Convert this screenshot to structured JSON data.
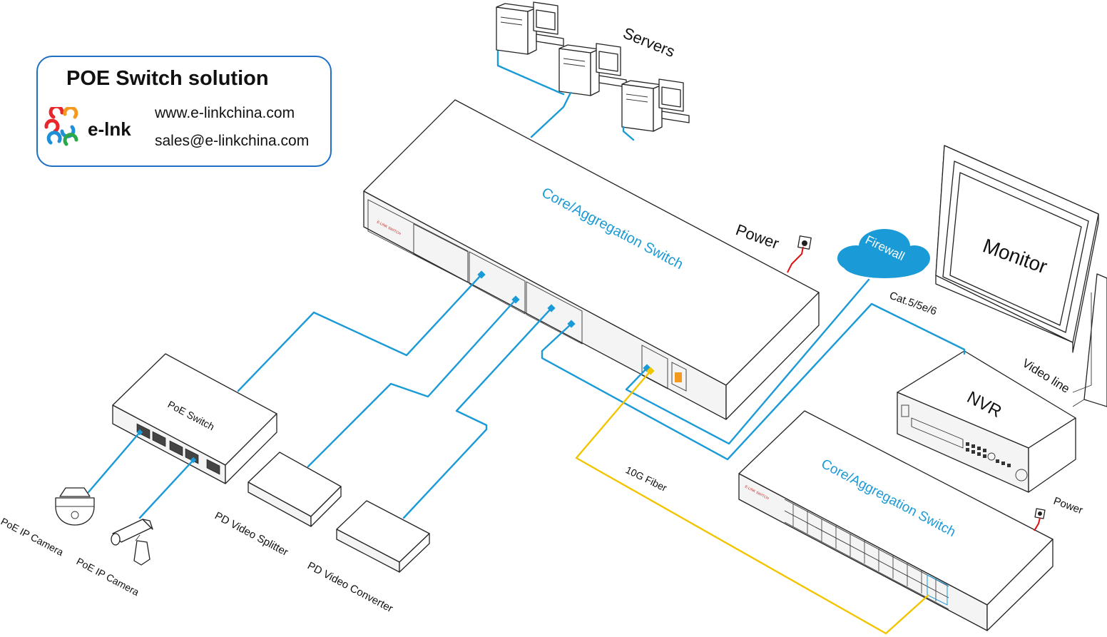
{
  "brand": {
    "title": "POE Switch solution",
    "company": "e-lnk",
    "website": "www.e-linkchina.com",
    "email": "sales@e-linkchina.com",
    "logo_icon": "e-link-logo-icon",
    "logo_colors": [
      "#e8262b",
      "#f39a1e",
      "#1f8fd8",
      "#2aa84a"
    ]
  },
  "labels": {
    "servers": "Servers",
    "core_switch_top": "Core/Aggregation Switch",
    "power_top": "Power",
    "firewall": "Firewall",
    "cat_cable": "Cat.5/5e/6",
    "monitor": "Monitor",
    "video_line": "Video line",
    "nvr": "NVR",
    "poe_switch": "PoE Switch",
    "fiber": "10G Fiber",
    "core_switch_bottom": "Core/Aggregation Switch",
    "power_bottom": "Power",
    "camera_1": "PoE IP Camera",
    "camera_2": "PoE IP Camera",
    "video_splitter": "PD Video Splitter",
    "video_converter": "PD Video Converter"
  },
  "colors": {
    "ethernet_cable": "#1a9ad6",
    "fiber_cable": "#f3c400",
    "power_cable": "#d11111",
    "label_accent": "#1a9ad6",
    "brand_border": "#1f6fc4"
  },
  "icons": [
    "server-icon",
    "switch-icon",
    "cloud-icon",
    "monitor-icon",
    "nvr-icon",
    "dome-camera-icon",
    "bullet-camera-icon",
    "power-outlet-icon"
  ]
}
